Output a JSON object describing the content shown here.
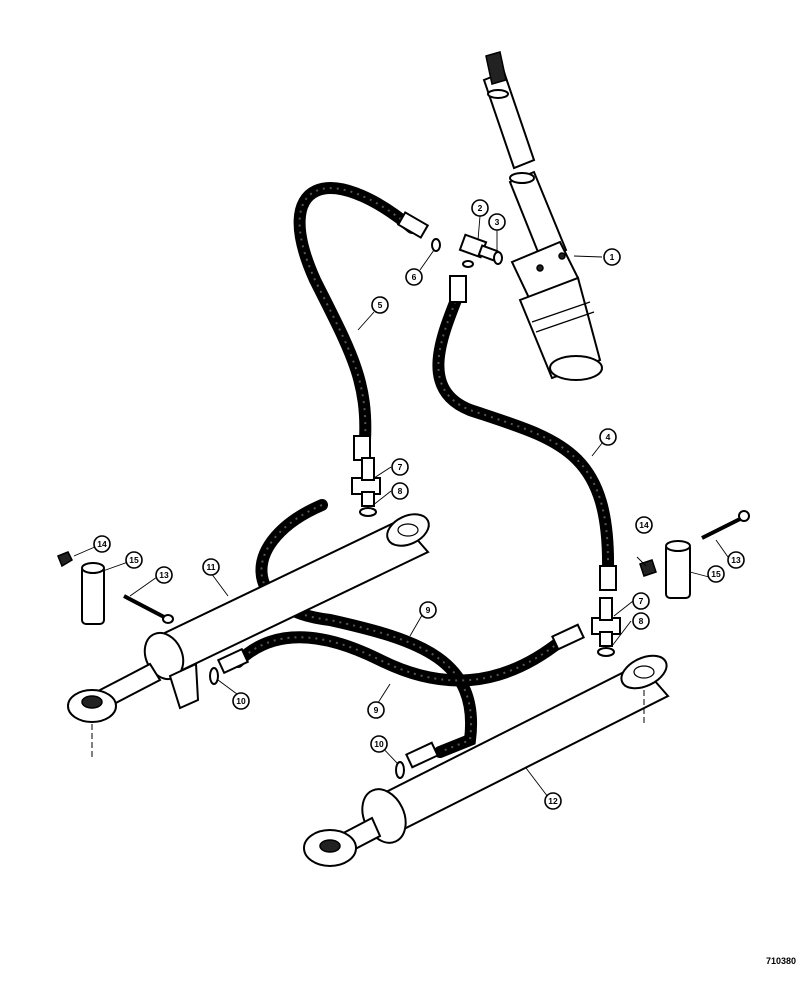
{
  "figure_number": "710380",
  "callouts": [
    {
      "id": "c1a",
      "label": "1"
    },
    {
      "id": "c2",
      "label": "2"
    },
    {
      "id": "c3",
      "label": "3"
    },
    {
      "id": "c6a",
      "label": "6"
    },
    {
      "id": "c5",
      "label": "5"
    },
    {
      "id": "c4",
      "label": "4"
    },
    {
      "id": "c7a",
      "label": "7"
    },
    {
      "id": "c8a",
      "label": "8"
    },
    {
      "id": "c11",
      "label": "11"
    },
    {
      "id": "c14a",
      "label": "14"
    },
    {
      "id": "c15a",
      "label": "15"
    },
    {
      "id": "c13a",
      "label": "13"
    },
    {
      "id": "c14b",
      "label": "14"
    },
    {
      "id": "c15b",
      "label": "15"
    },
    {
      "id": "c13b",
      "label": "13"
    },
    {
      "id": "c7b",
      "label": "7"
    },
    {
      "id": "c8b",
      "label": "8"
    },
    {
      "id": "c9a",
      "label": "9"
    },
    {
      "id": "c9b",
      "label": "9"
    },
    {
      "id": "c10a",
      "label": "10"
    },
    {
      "id": "c10b",
      "label": "10"
    },
    {
      "id": "c12",
      "label": "12"
    }
  ]
}
